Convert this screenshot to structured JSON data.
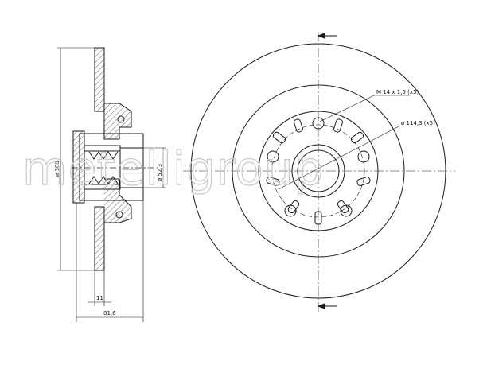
{
  "drawing": {
    "watermark": "metelligroup",
    "dimensions": {
      "diameter_outer": "ø 300",
      "diameter_hub": "ø 52,3",
      "thickness": "11",
      "height": "81,6",
      "thread": "M 14 x 1,5  (x5)",
      "bolt_circle": "ø 114,3 (x5)"
    }
  },
  "colors": {
    "line": "#1a1a1a",
    "watermark": "#c9c9c9"
  }
}
